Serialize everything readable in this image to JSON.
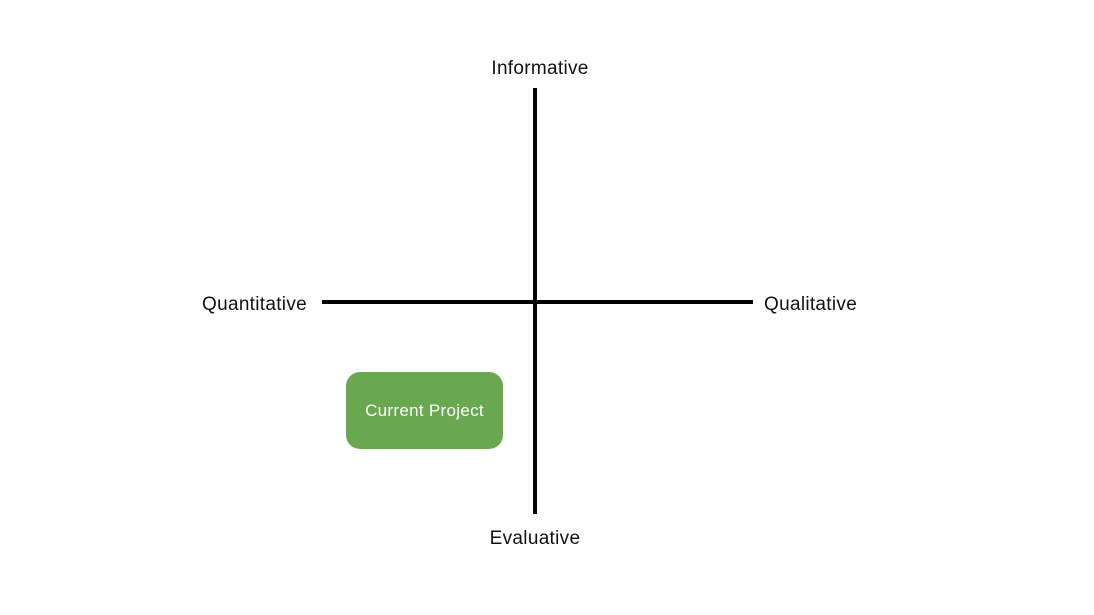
{
  "diagram": {
    "type": "quadrant",
    "background": "#ffffff",
    "axis": {
      "line_color": "#000000",
      "labels": {
        "top": "Informative",
        "bottom": "Evaluative",
        "left": "Quantitative",
        "right": "Qualitative"
      }
    },
    "node": {
      "label": "Current Project",
      "fill_color": "#6aa84f",
      "text_color": "#ffffff",
      "quadrant": "bottom-left"
    }
  }
}
